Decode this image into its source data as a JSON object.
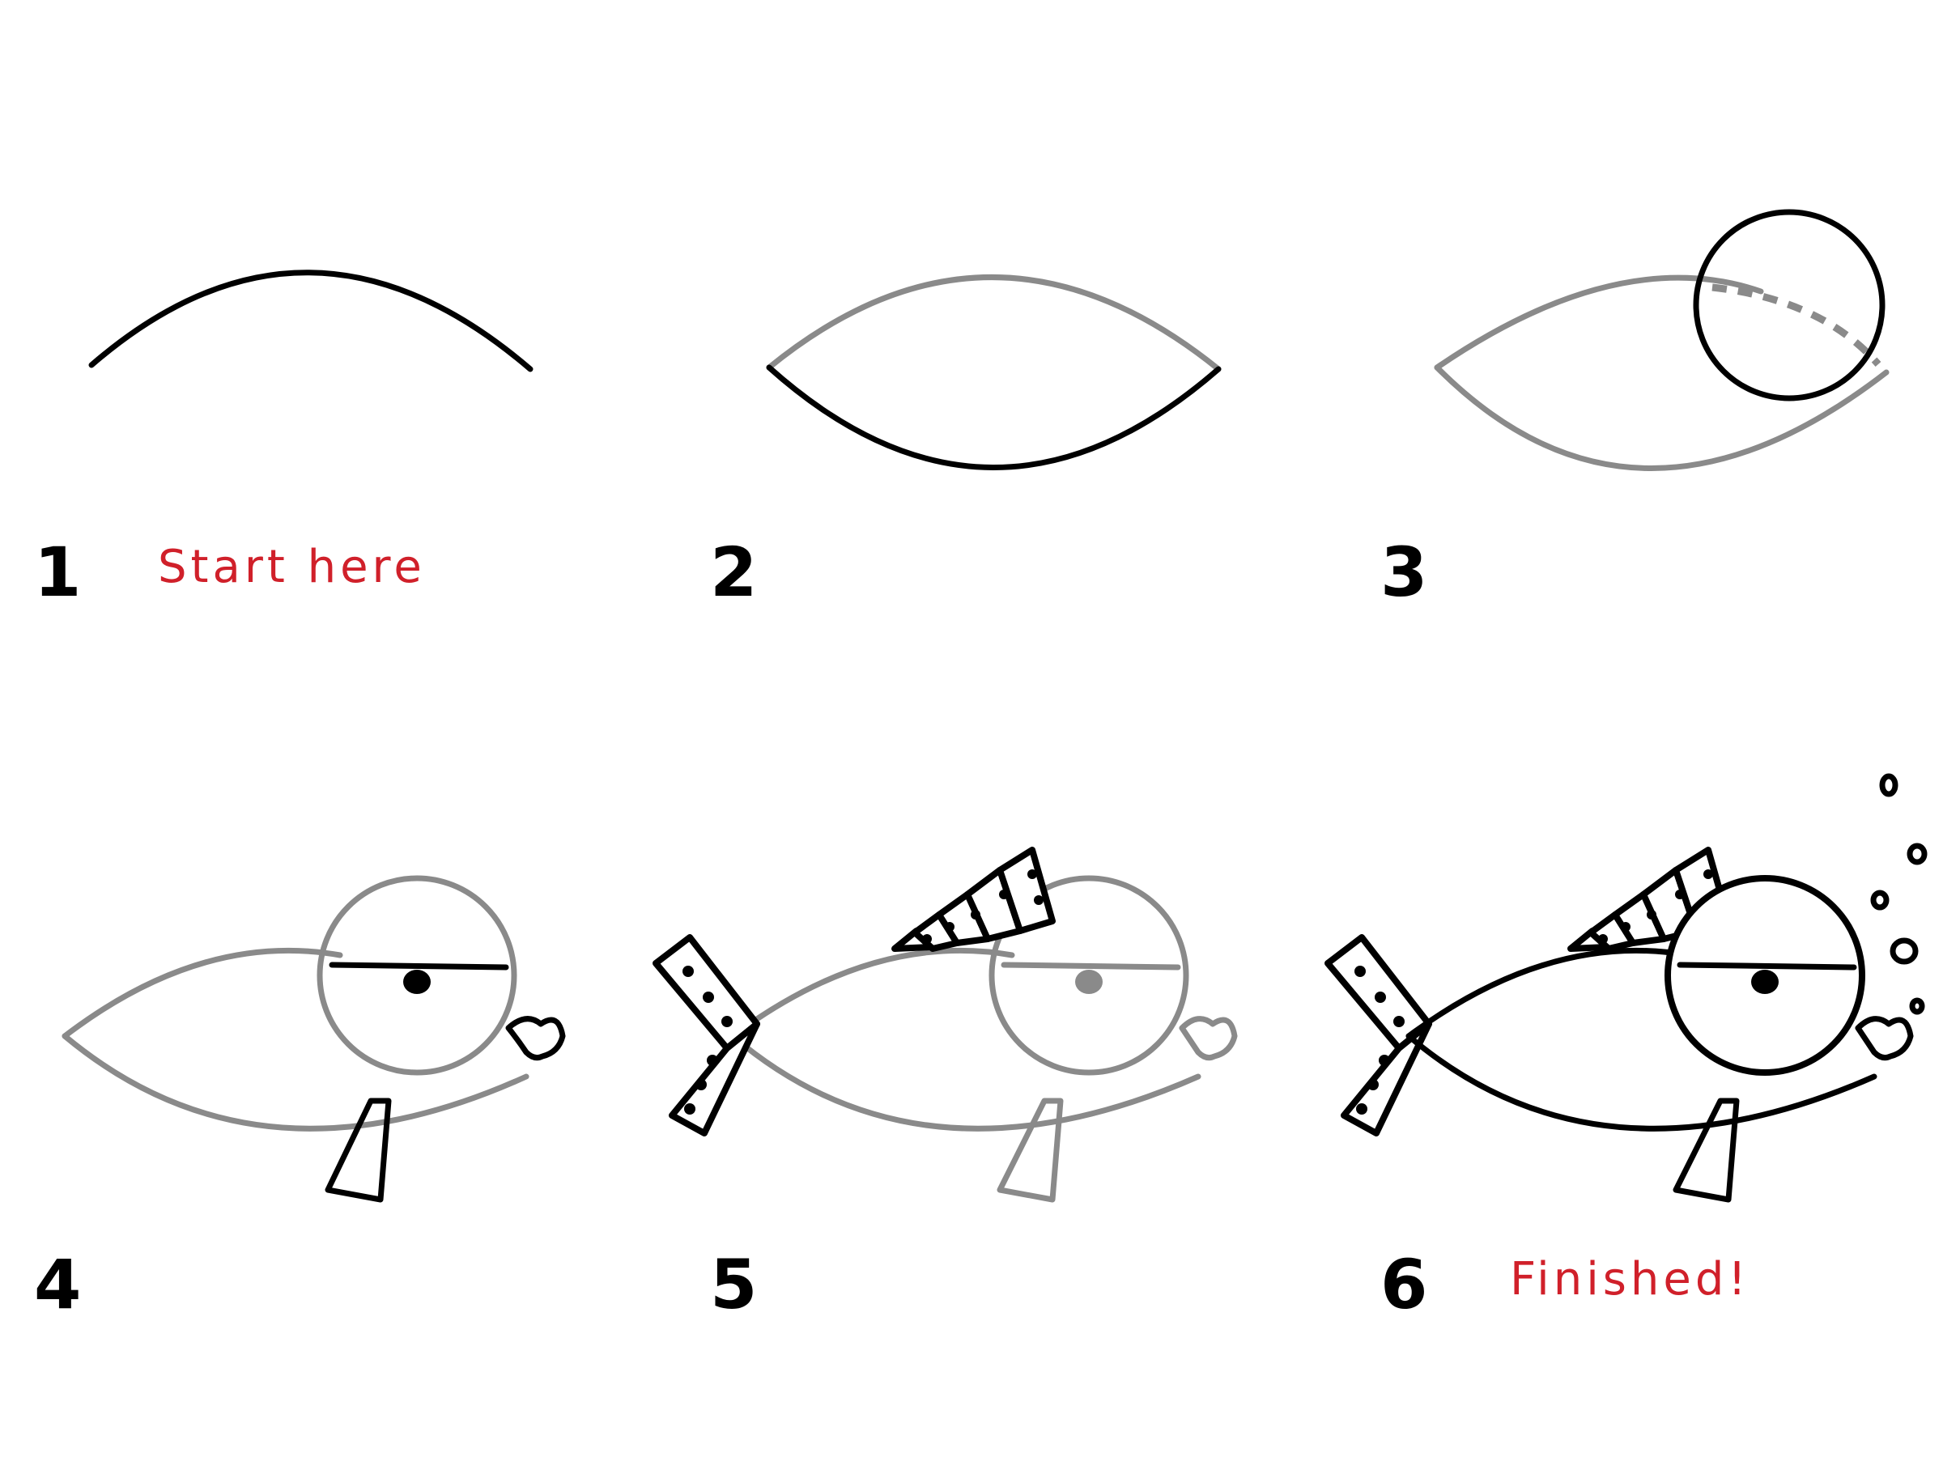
{
  "steps": [
    {
      "number": "1",
      "note": "Start here"
    },
    {
      "number": "2",
      "note": ""
    },
    {
      "number": "3",
      "note": ""
    },
    {
      "number": "4",
      "note": ""
    },
    {
      "number": "5",
      "note": ""
    },
    {
      "number": "6",
      "note": "Finished!"
    }
  ],
  "colors": {
    "ink": "#000000",
    "guide": "#8a8a8a",
    "note": "#d0202a",
    "background": "#ffffff"
  }
}
